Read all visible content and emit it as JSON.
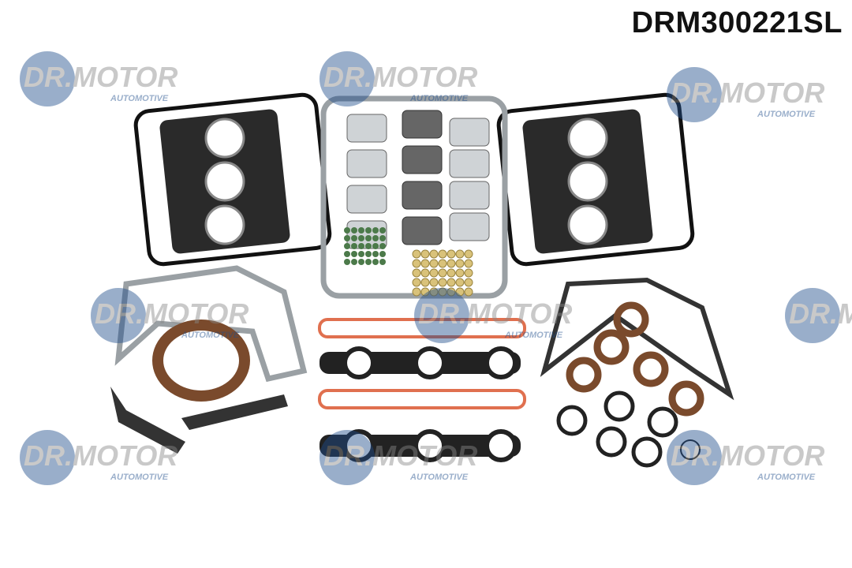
{
  "product": {
    "part_number": "DRM300221SL"
  },
  "watermark": {
    "brand": "DR.MOTOR",
    "tagline": "AUTOMOTIVE",
    "color": "#1f4e8c"
  },
  "colors": {
    "gasket_dark": "#2a2a2a",
    "gasket_grey": "#9aa0a4",
    "silicone_orange": "#e0704f",
    "seal_brown": "#7a4a2c",
    "valve_seal_green": "#4c7a4a",
    "nut_yellow": "#d9c27a"
  }
}
